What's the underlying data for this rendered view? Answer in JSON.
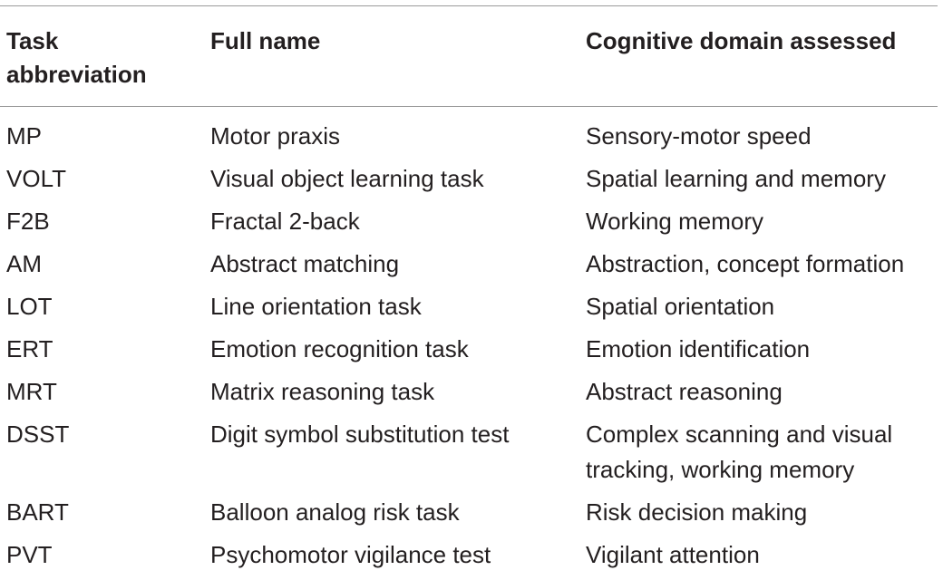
{
  "headers": {
    "abbreviation": "Task\nabbreviation",
    "abbreviation_line1": "Task",
    "abbreviation_line2": "abbreviation",
    "full_name": "Full name",
    "domain": "Cognitive domain assessed"
  },
  "rows": [
    {
      "abbr": "MP",
      "name": "Motor praxis",
      "domain": "Sensory-motor speed"
    },
    {
      "abbr": "VOLT",
      "name": "Visual object learning task",
      "domain": "Spatial learning and memory"
    },
    {
      "abbr": "F2B",
      "name": "Fractal 2-back",
      "domain": "Working memory"
    },
    {
      "abbr": "AM",
      "name": "Abstract matching",
      "domain": "Abstraction, concept formation"
    },
    {
      "abbr": "LOT",
      "name": "Line orientation task",
      "domain": "Spatial orientation"
    },
    {
      "abbr": "ERT",
      "name": "Emotion recognition task",
      "domain": "Emotion identification"
    },
    {
      "abbr": "MRT",
      "name": "Matrix reasoning task",
      "domain": "Abstract reasoning"
    },
    {
      "abbr": "DSST",
      "name": "Digit symbol substitution test",
      "domain": "Complex scanning and visual tracking, working memory"
    },
    {
      "abbr": "BART",
      "name": "Balloon analog risk task",
      "domain": "Risk decision making"
    },
    {
      "abbr": "PVT",
      "name": "Psychomotor vigilance test",
      "domain": "Vigilant attention"
    }
  ]
}
